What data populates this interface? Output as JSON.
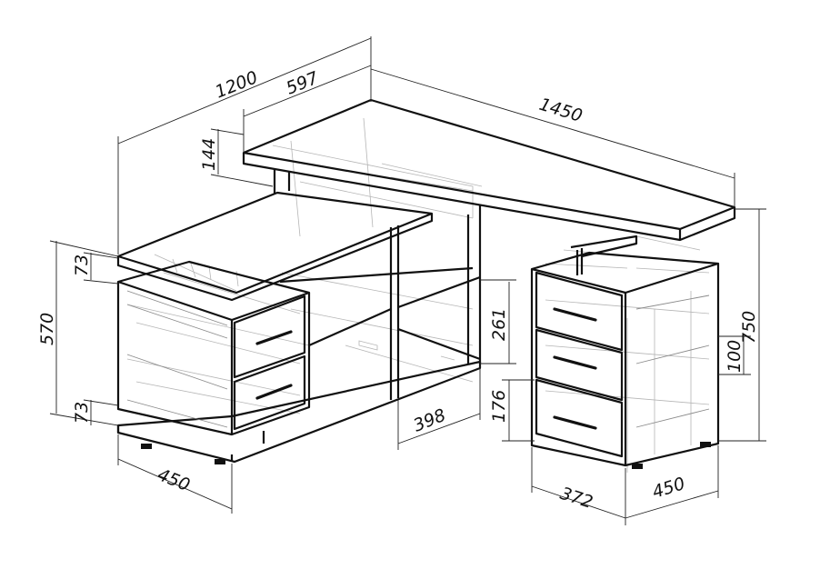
{
  "dimensions": {
    "total_depth": "1200",
    "top_depth": "597",
    "top_width": "1450",
    "superstructure_height": "144",
    "shelf_thickness_top": "73",
    "pedestal_height_left": "570",
    "plinth_height_left": "73",
    "left_width": "450",
    "open_shelf_height": "261",
    "shelf_width": "398",
    "bottom_drawer_height": "176",
    "drawer_height": "100",
    "total_height": "750",
    "right_inner_width": "372",
    "right_width": "450"
  }
}
